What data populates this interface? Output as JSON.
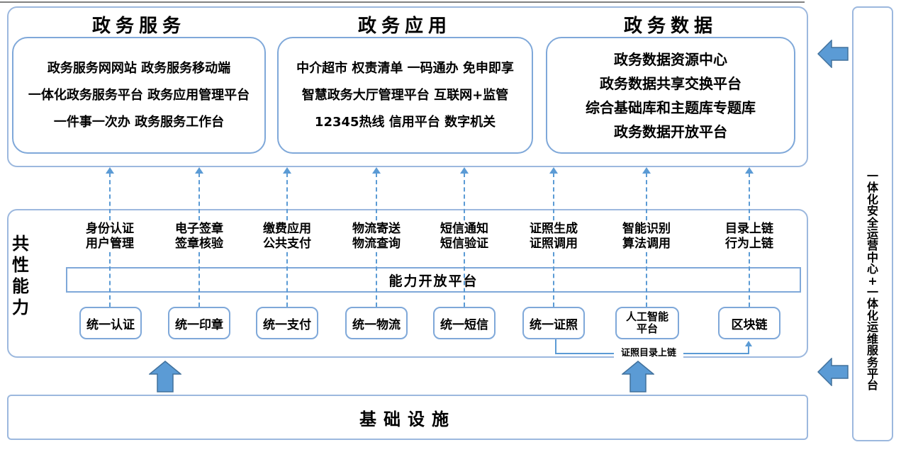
{
  "colors": {
    "accent": "#5b9bd5",
    "box_border": "#9cb8de",
    "inner_border": "#7fa8d9",
    "arrow_border": "#41719c",
    "top_line": "#808080"
  },
  "top_section": {
    "groups": [
      {
        "title": "政务服务",
        "lines": [
          "政务服务网网站 政务服务移动端",
          "一体化政务服务平台 政务应用管理平台",
          "一件事一次办 政务服务工作台"
        ]
      },
      {
        "title": "政务应用",
        "lines": [
          "中介超市 权责清单 一码通办 免申即享",
          "智慧政务大厅管理平台 互联网+监管",
          "12345热线 信用平台 数字机关"
        ]
      },
      {
        "title": "政务数据",
        "lines": [
          "政务数据资源中心",
          "政务数据共享交换平台",
          "综合基础库和主题库专题库",
          "政务数据开放平台"
        ]
      }
    ]
  },
  "middle_section": {
    "side_label": "共性能力",
    "platform_bar": "能力开放平台",
    "columns": [
      {
        "label": "身份认证\n用户管理",
        "box": "统一认证"
      },
      {
        "label": "电子签章\n签章核验",
        "box": "统一印章"
      },
      {
        "label": "缴费应用\n公共支付",
        "box": "统一支付"
      },
      {
        "label": "物流寄送\n物流查询",
        "box": "统一物流"
      },
      {
        "label": "短信通知\n短信验证",
        "box": "统一短信"
      },
      {
        "label": "证照生成\n证照调用",
        "box": "统一证照"
      },
      {
        "label": "智能识别\n算法调用",
        "box": "人工智能\n平台"
      },
      {
        "label": "目录上链\n行为上链",
        "box": "区块链"
      }
    ],
    "connector_label": "证照目录上链"
  },
  "bottom_section": {
    "label": "基础设施"
  },
  "right_panel": {
    "label": "一体化安全运营中心+一体化运维服务平台"
  }
}
